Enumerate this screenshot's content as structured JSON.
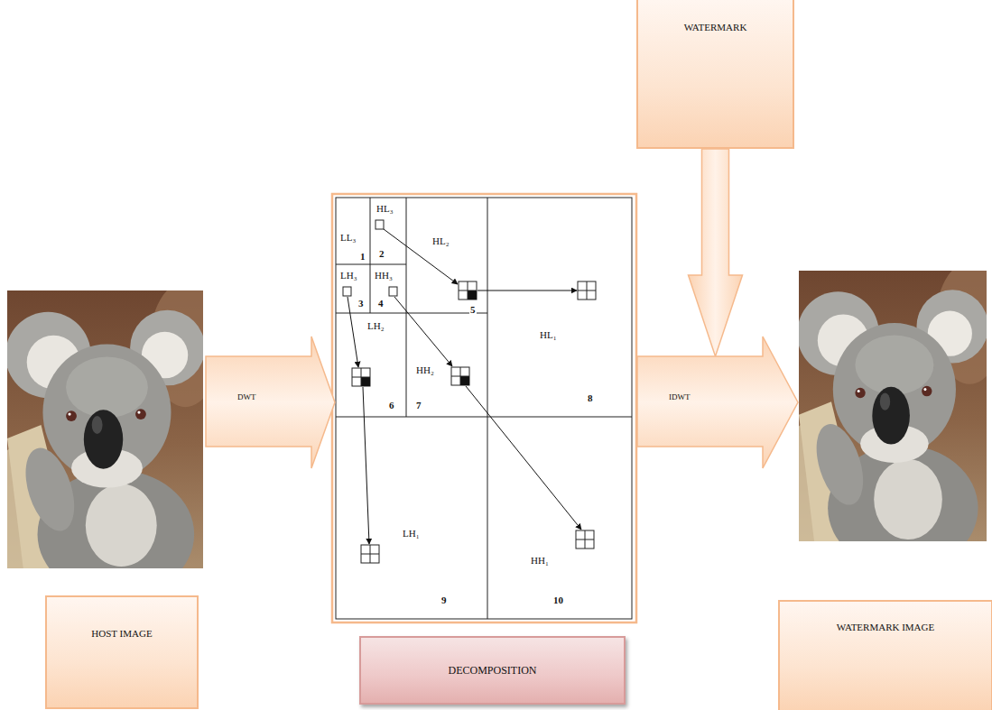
{
  "diagram": {
    "nodes": [
      {
        "text": [
          "WATERMARK"
        ]
      },
      {
        "text": [
          "DWT"
        ]
      },
      {
        "text": [
          "IDWT"
        ]
      },
      {
        "text": [
          "HOST IMAGE"
        ]
      },
      {
        "text": [
          "DECOMPOSITION"
        ]
      },
      {
        "text": [
          "WATERMARK IMAGE"
        ]
      }
    ],
    "edges": [
      {
        "from": 0,
        "to": 2,
        "arrow": "to"
      }
    ],
    "labels": [
      "LL₃",
      "1",
      "HL₃",
      "2",
      "LH₃",
      "3",
      "HH₃",
      "4",
      "HL₂",
      "5",
      "LH₂",
      "6",
      "HH₂",
      "7",
      "HL₁",
      "8",
      "LH₁",
      "9",
      "HH₁",
      "10"
    ]
  }
}
